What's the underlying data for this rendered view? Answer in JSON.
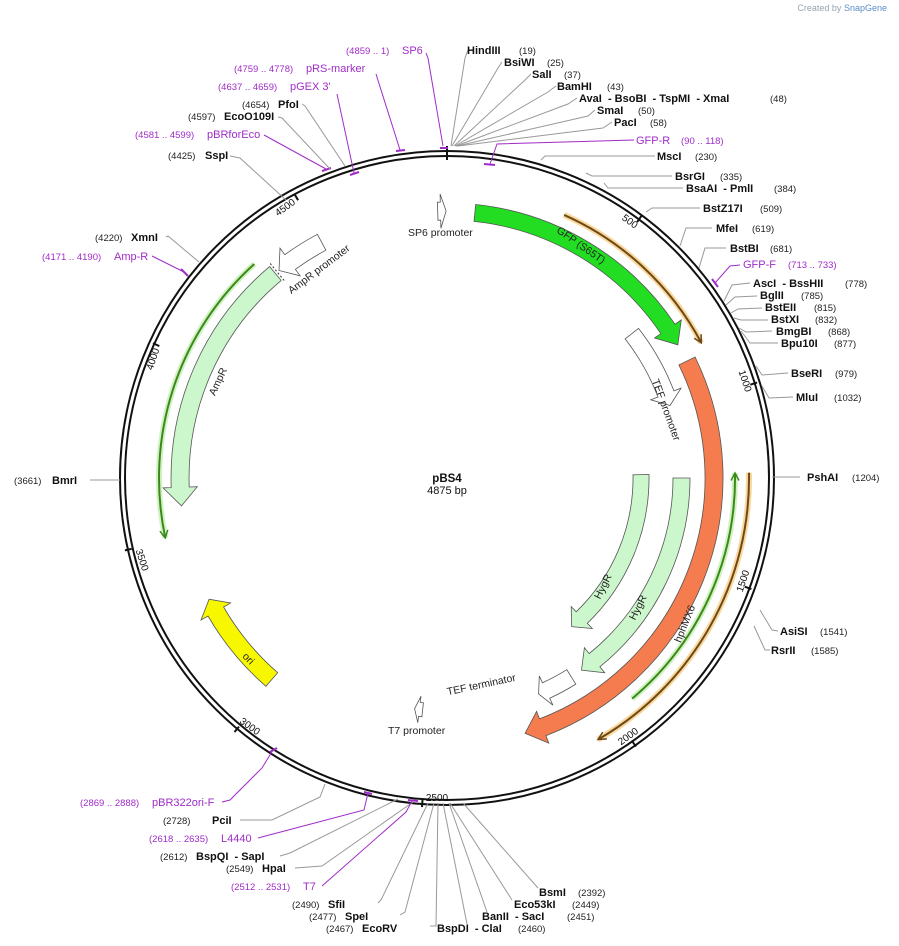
{
  "credit": {
    "prefix": "Created by",
    "brand": "SnapGene"
  },
  "plasmid": {
    "name": "pBS4",
    "size": "4875 bp",
    "length": 4875
  },
  "ticks": [
    "500",
    "1000",
    "1500",
    "2000",
    "2500",
    "3000",
    "3500",
    "4000",
    "4500"
  ],
  "enzymes": [
    {
      "name": "HindIII",
      "pos": "(19)"
    },
    {
      "name": "BsiWI",
      "pos": "(25)"
    },
    {
      "name": "SalI",
      "pos": "(37)"
    },
    {
      "name": "BamHI",
      "pos": "(43)"
    },
    {
      "name": "AvaI  - BsoBI  - TspMI  - XmaI",
      "pos": "(48)"
    },
    {
      "name": "SmaI",
      "pos": "(50)"
    },
    {
      "name": "PacI",
      "pos": "(58)"
    },
    {
      "name": "MscI",
      "pos": "(230)"
    },
    {
      "name": "BsrGI",
      "pos": "(335)"
    },
    {
      "name": "BsaAI  - PmlI",
      "pos": "(384)"
    },
    {
      "name": "BstZ17I",
      "pos": "(509)"
    },
    {
      "name": "MfeI",
      "pos": "(619)"
    },
    {
      "name": "BstBI",
      "pos": "(681)"
    },
    {
      "name": "AscI  - BssHII",
      "pos": "(778)"
    },
    {
      "name": "BglII",
      "pos": "(785)"
    },
    {
      "name": "BstEII",
      "pos": "(815)"
    },
    {
      "name": "BstXI",
      "pos": "(832)"
    },
    {
      "name": "BmgBI",
      "pos": "(868)"
    },
    {
      "name": "Bpu10I",
      "pos": "(877)"
    },
    {
      "name": "BseRI",
      "pos": "(979)"
    },
    {
      "name": "MluI",
      "pos": "(1032)"
    },
    {
      "name": "PshAI",
      "pos": "(1204)"
    },
    {
      "name": "AsiSI",
      "pos": "(1541)"
    },
    {
      "name": "RsrII",
      "pos": "(1585)"
    },
    {
      "name": "BsmI",
      "pos": "(2392)"
    },
    {
      "name": "Eco53kI",
      "pos": "(2449)"
    },
    {
      "name": "BanII  - SacI",
      "pos": "(2451)"
    },
    {
      "name": "BspDI  - ClaI",
      "pos": "(2460)"
    },
    {
      "name": "EcoRV",
      "pos": "(2467)"
    },
    {
      "name": "SpeI",
      "pos": "(2477)"
    },
    {
      "name": "SfiI",
      "pos": "(2490)"
    },
    {
      "name": "HpaI",
      "pos": "(2549)"
    },
    {
      "name": "BspQI  - SapI",
      "pos": "(2612)"
    },
    {
      "name": "PciI",
      "pos": "(2728)"
    },
    {
      "name": "BmrI",
      "pos": "(3661)"
    },
    {
      "name": "SspI",
      "pos": "(4425)"
    },
    {
      "name": "EcoO109I",
      "pos": "(4597)"
    },
    {
      "name": "PfoI",
      "pos": "(4654)"
    },
    {
      "name": "XmnI",
      "pos": "(4220)"
    }
  ],
  "primers": [
    {
      "name": "SP6",
      "pos": "(4859 .. 1)"
    },
    {
      "name": "pRS-marker",
      "pos": "(4759 .. 4778)"
    },
    {
      "name": "pGEX 3'",
      "pos": "(4637 .. 4659)"
    },
    {
      "name": "pBRforEco",
      "pos": "(4581 .. 4599)"
    },
    {
      "name": "GFP-R",
      "pos": "(90 .. 118)"
    },
    {
      "name": "GFP-F",
      "pos": "(713 .. 733)"
    },
    {
      "name": "Amp-R",
      "pos": "(4171 .. 4190)"
    },
    {
      "name": "pBR322ori-F",
      "pos": "(2869 .. 2888)"
    },
    {
      "name": "L4440",
      "pos": "(2618 .. 2635)"
    },
    {
      "name": "T7",
      "pos": "(2512 .. 2531)"
    }
  ],
  "features": [
    {
      "name": "SP6 promoter"
    },
    {
      "name": "GFP (S65T)"
    },
    {
      "name": "AmpR promoter"
    },
    {
      "name": "AmpR"
    },
    {
      "name": "TEF promoter"
    },
    {
      "name": "HygR"
    },
    {
      "name": "HygR"
    },
    {
      "name": "hphMX6"
    },
    {
      "name": "ori"
    },
    {
      "name": "TEF terminator"
    },
    {
      "name": "T7 promoter"
    }
  ],
  "colors": {
    "backbone": "#111111",
    "gfp": "#22dd22",
    "hph": "#f47c4f",
    "resistance": "#ccf7cc",
    "ori": "#f7f700",
    "primer": "#a02cc8",
    "orf_orange": "#f5a623",
    "orf_green": "#3a8a1a"
  }
}
